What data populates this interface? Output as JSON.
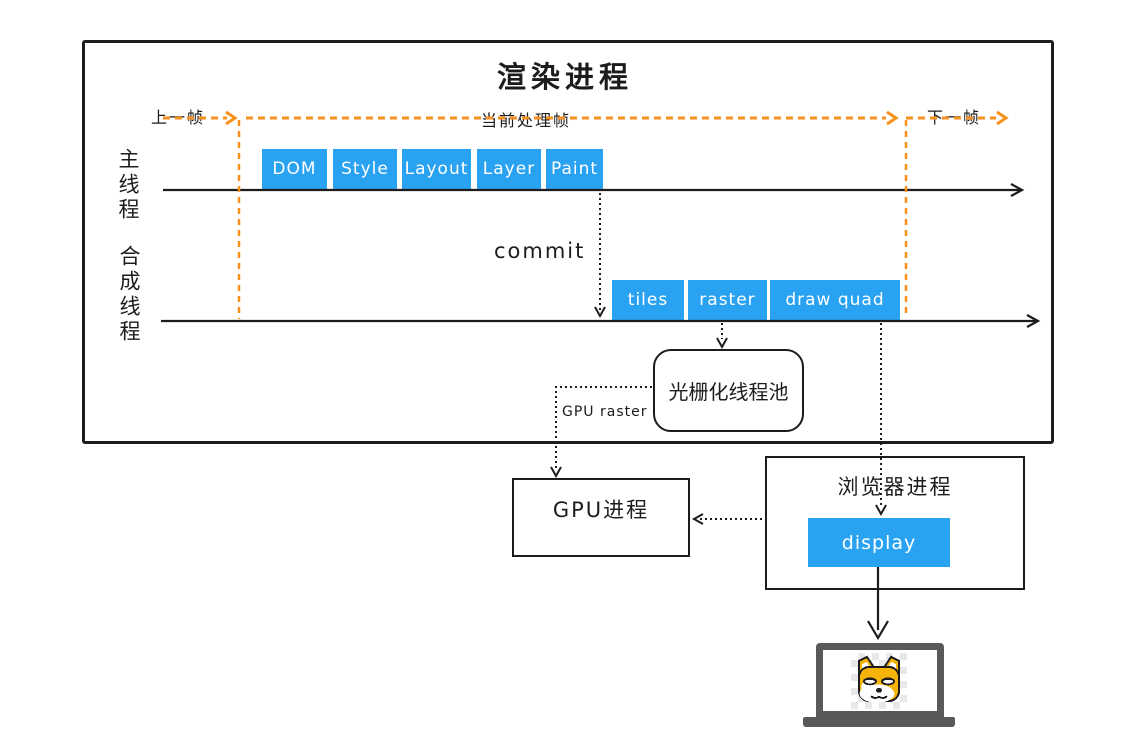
{
  "colors": {
    "accent_orange": "#F8911B",
    "accent_blue": "#29A2F2",
    "ink": "#1c1c1c",
    "laptop_gray": "#595959",
    "doge_yellow": "#F6B40A"
  },
  "diagram_title": "渲染进程",
  "frame_markers": {
    "previous": "上一帧",
    "current": "当前处理帧",
    "next": "下一帧"
  },
  "main_thread": {
    "label": "主线程",
    "stages": [
      "DOM",
      "Style",
      "Layout",
      "Layer",
      "Paint"
    ]
  },
  "compositor_thread": {
    "label": "合成线程",
    "stages": [
      "tiles",
      "raster",
      "draw quad"
    ]
  },
  "commit_label": "commit",
  "raster_pool": {
    "label": "光栅化线程池"
  },
  "gpu_raster_label": "GPU raster",
  "gpu_process": {
    "title": "GPU进程"
  },
  "browser_process": {
    "title": "浏览器进程",
    "display_label": "display"
  },
  "icons": {
    "laptop": "laptop-icon",
    "doge": "doge-icon"
  }
}
